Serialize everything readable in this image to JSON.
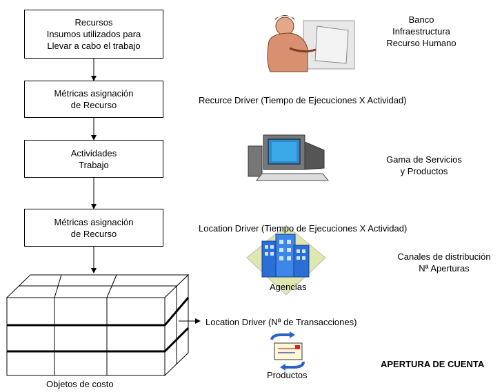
{
  "boxes": {
    "recursos": {
      "line1": "Recursos",
      "line2": "Insumos utilizados para",
      "line3": "Llevar a cabo el trabajo"
    },
    "metricas1": {
      "line1": "Métricas asignación",
      "line2": "de Recurso"
    },
    "actividades": {
      "line1": "Actividades",
      "line2": "Trabajo"
    },
    "metricas2": {
      "line1": "Métricas asignación",
      "line2": "de Recurso"
    }
  },
  "cube_label": "Objetos de costo",
  "labels": {
    "banco": {
      "line1": "Banco",
      "line2": "Infraestructura",
      "line3": "Recurso Humano"
    },
    "recurce_driver": "Recurce Driver (Tiempo de Ejecuciones X Actividad)",
    "gama": {
      "line1": "Gama de Servicios",
      "line2": "y Productos"
    },
    "location_driver_1": "Location Driver  (Tiempo de Ejecuciones X Actividad)",
    "canales": {
      "line1": "Canales de distribución",
      "line2": "Nª Aperturas"
    },
    "agencias": "Agencias",
    "location_driver_2": "Location Driver  (Nª de Transacciones)",
    "productos": "Productos",
    "apertura": "APERTURA DE CUENTA"
  },
  "icons": [
    "person-at-computer-icon",
    "desktop-computer-icon",
    "office-buildings-icon",
    "mail-envelope-icon"
  ]
}
